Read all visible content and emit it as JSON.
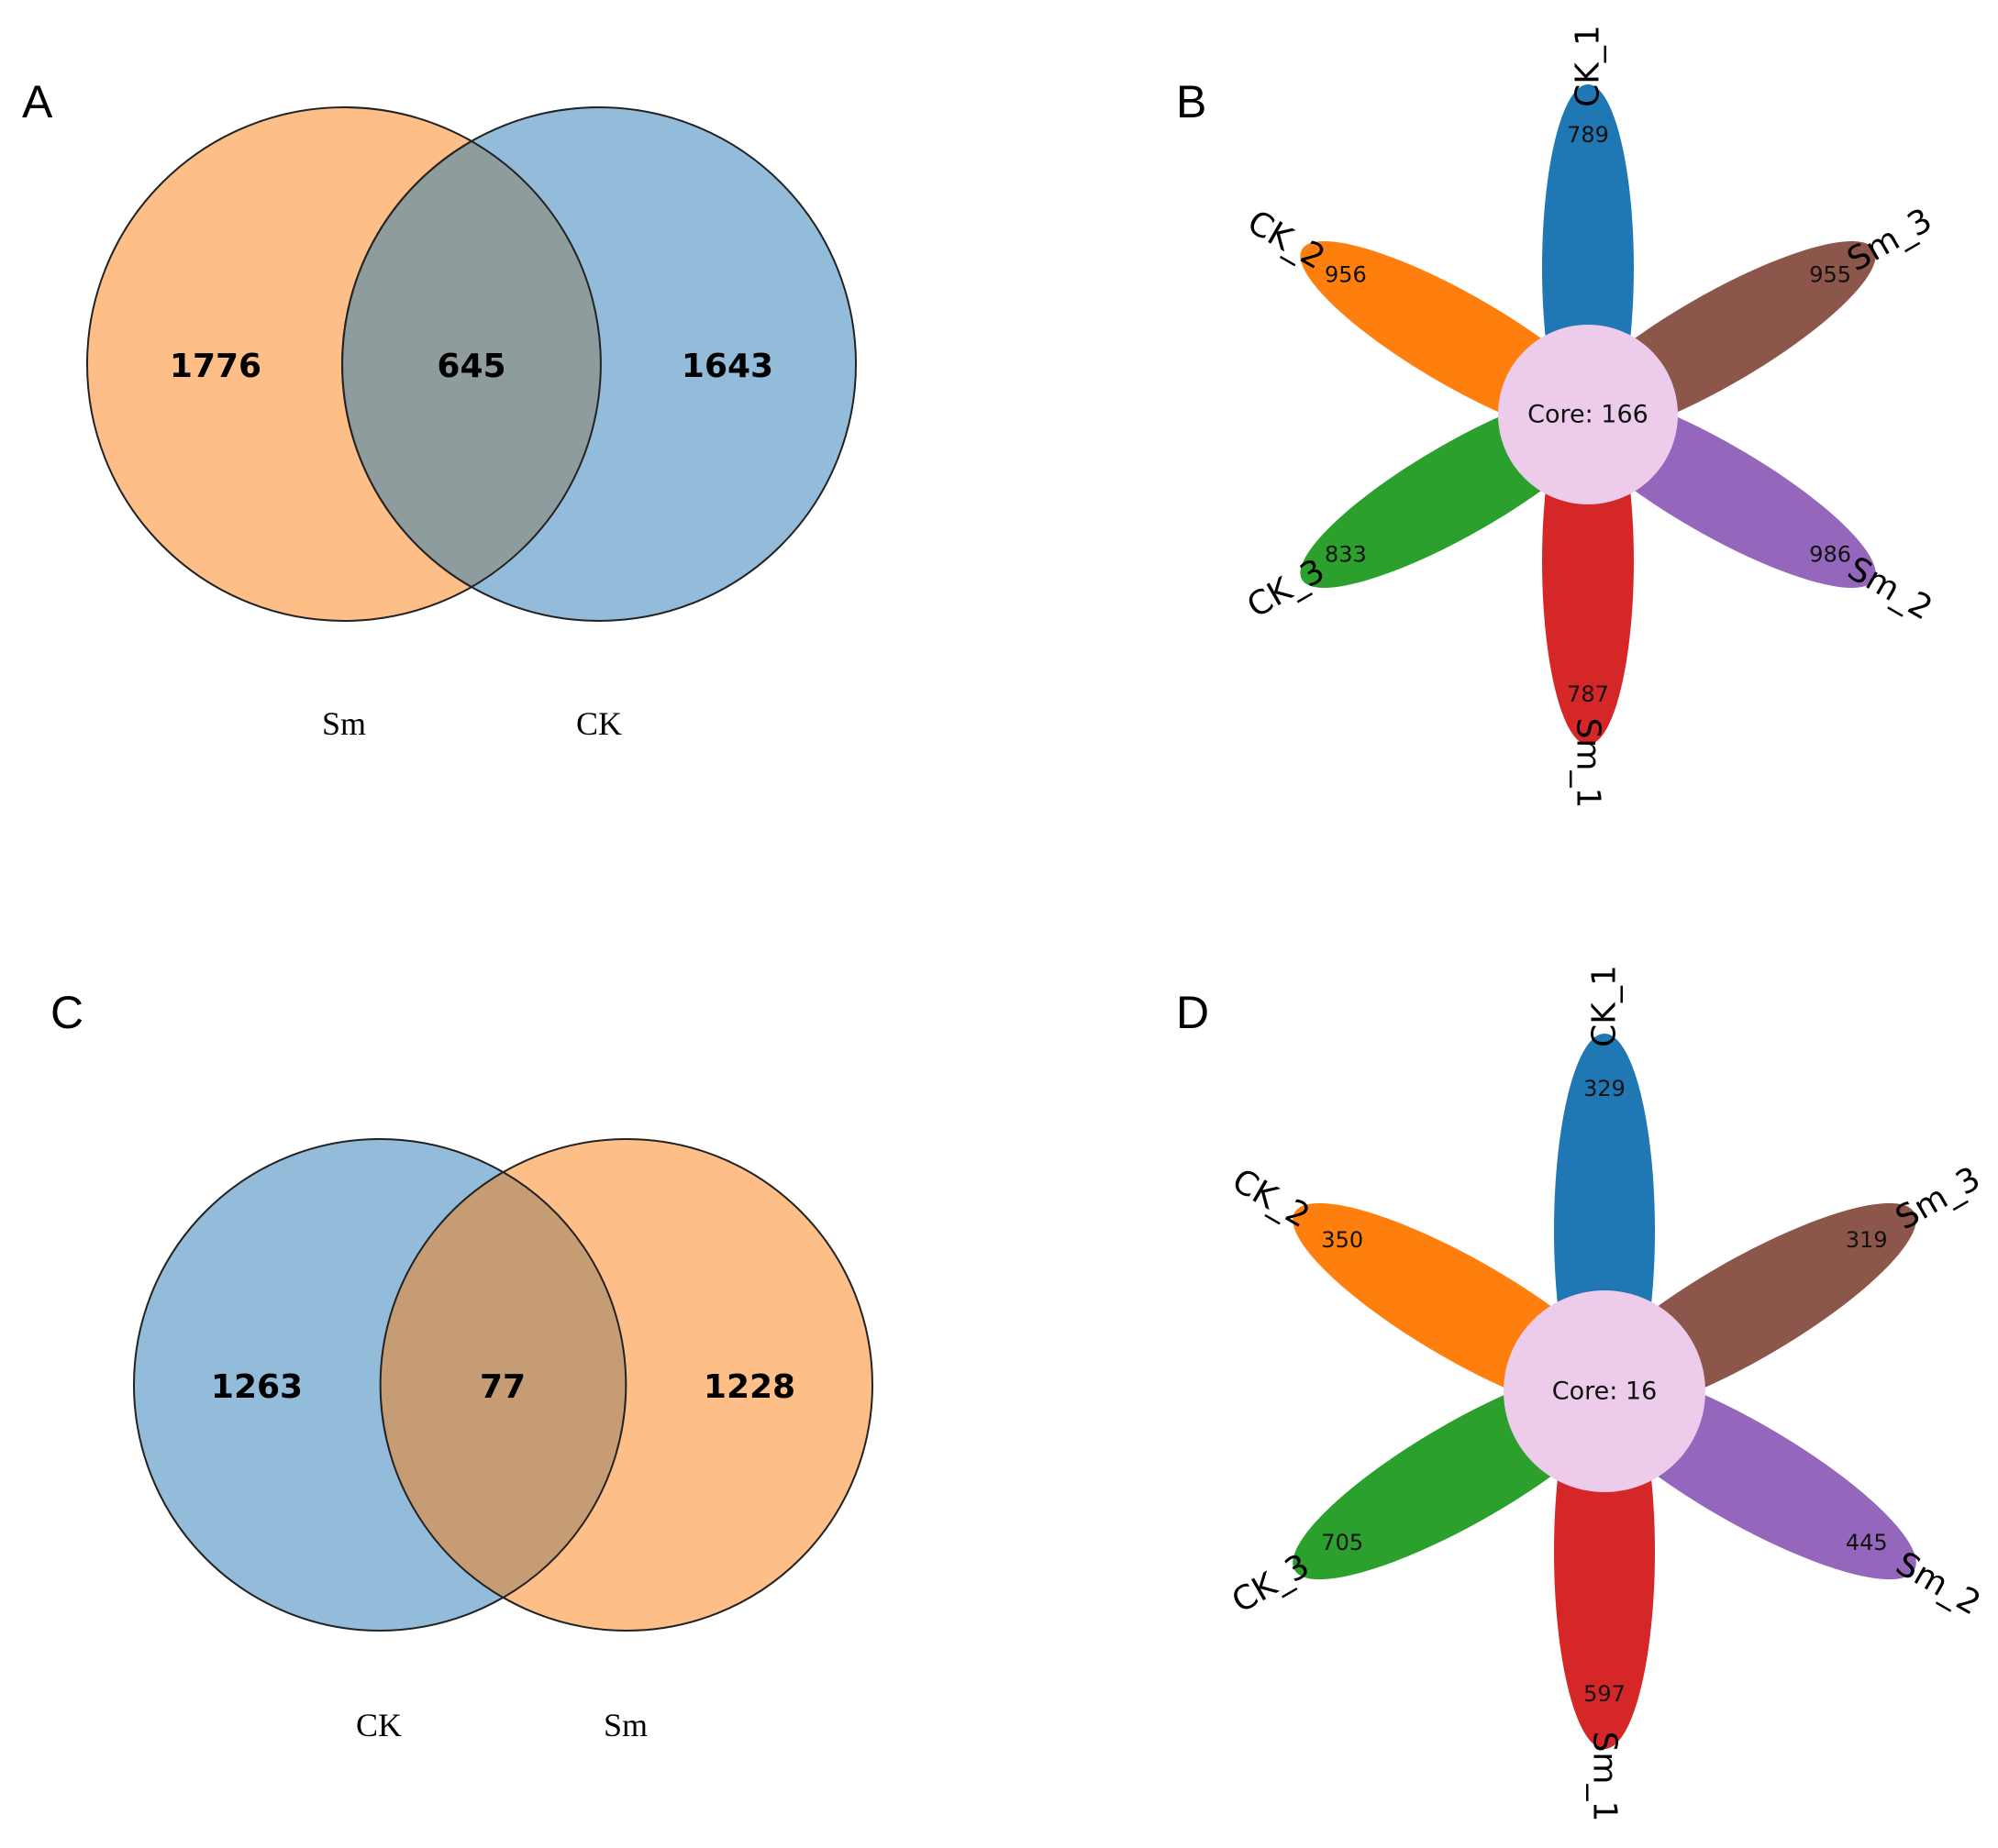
{
  "chart_data": [
    {
      "type": "venn",
      "panel": "A",
      "sets": [
        {
          "name": "Sm",
          "unique": 1776,
          "color": "#FDBE87"
        },
        {
          "name": "CK",
          "unique": 1643,
          "color": "#93BBDA"
        }
      ],
      "intersection": 645,
      "overlap_color": "#8F9C9D"
    },
    {
      "type": "flower",
      "panel": "B",
      "petals": [
        {
          "name": "CK_1",
          "value": 789,
          "color": "#1F77B4"
        },
        {
          "name": "Sm_3",
          "value": 955,
          "color": "#8C564B"
        },
        {
          "name": "Sm_2",
          "value": 986,
          "color": "#9467BD"
        },
        {
          "name": "Sm_1",
          "value": 787,
          "color": "#D62728"
        },
        {
          "name": "CK_3",
          "value": 833,
          "color": "#2CA02C"
        },
        {
          "name": "CK_2",
          "value": 956,
          "color": "#FF7F0E"
        }
      ],
      "core_label": "Core: 166",
      "core_color": "#ECCCEA"
    },
    {
      "type": "venn",
      "panel": "C",
      "sets": [
        {
          "name": "CK",
          "unique": 1263,
          "color": "#93BBDA"
        },
        {
          "name": "Sm",
          "unique": 1228,
          "color": "#FDBE87"
        }
      ],
      "intersection": 77,
      "overlap_color": "#C59C73"
    },
    {
      "type": "flower",
      "panel": "D",
      "petals": [
        {
          "name": "CK_1",
          "value": 329,
          "color": "#1F77B4"
        },
        {
          "name": "Sm_3",
          "value": 319,
          "color": "#8C564B"
        },
        {
          "name": "Sm_2",
          "value": 445,
          "color": "#9467BD"
        },
        {
          "name": "Sm_1",
          "value": 597,
          "color": "#D62728"
        },
        {
          "name": "CK_3",
          "value": 705,
          "color": "#2CA02C"
        },
        {
          "name": "CK_2",
          "value": 350,
          "color": "#FF7F0E"
        }
      ],
      "core_label": "Core: 16",
      "core_color": "#ECCCEA"
    }
  ]
}
